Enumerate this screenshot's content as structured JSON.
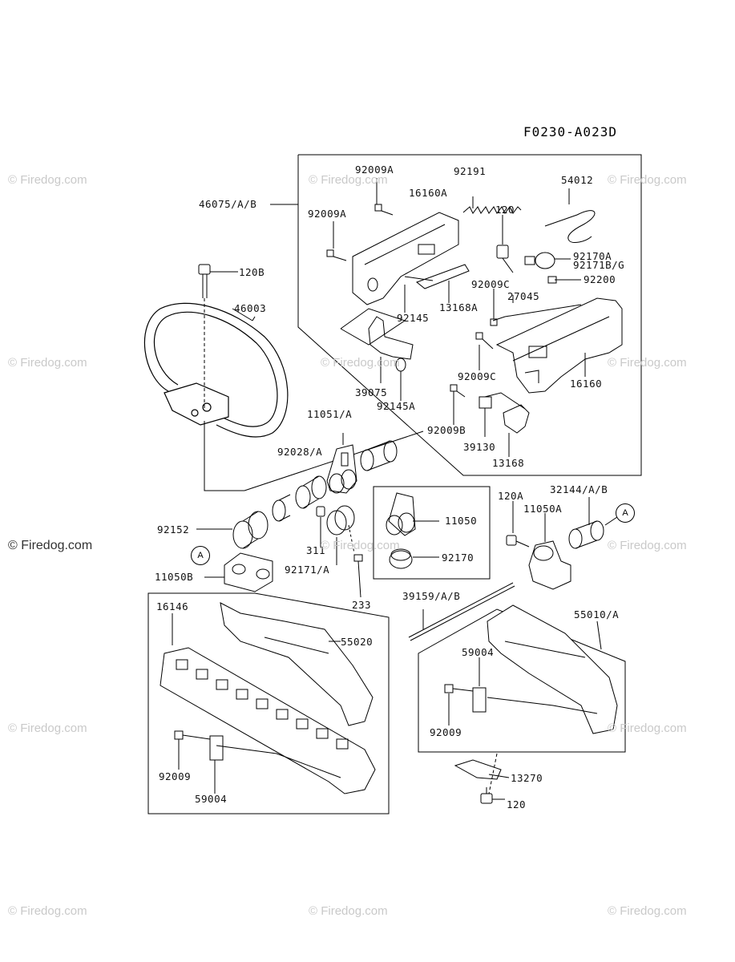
{
  "diagram": {
    "code": "F0230-A023D",
    "ref_mark": "A",
    "watermark": "© Firedog.com",
    "watermark_dark": "© Firedog.com",
    "labels": {
      "l46075": "46075/A/B",
      "l92009A_1": "92009A",
      "l92191": "92191",
      "l54012": "54012",
      "l16160A": "16160A",
      "l92009A_2": "92009A",
      "l120_top": "120",
      "l92170A": "92170A",
      "l92171BG": "92171B/G",
      "l120B": "120B",
      "l92200": "92200",
      "l92009C_1": "92009C",
      "l46003": "46003",
      "l13168A": "13168A",
      "l92145": "92145",
      "l27045": "27045",
      "l39075": "39075",
      "l92145A": "92145A",
      "l92009C_2": "92009C",
      "l16160": "16160",
      "l11051A": "11051/A",
      "l92009B": "92009B",
      "l39130": "39130",
      "l92028A": "92028/A",
      "l13168": "13168",
      "l120A": "120A",
      "l32144AB": "32144/A/B",
      "l11050A": "11050A",
      "l11050": "11050",
      "l92152": "92152",
      "l311": "311",
      "l92170": "92170",
      "l92171A": "92171/A",
      "l11050B": "11050B",
      "l233": "233",
      "l39159AB": "39159/A/B",
      "l16146": "16146",
      "l55010A": "55010/A",
      "l55020": "55020",
      "l59004_r": "59004",
      "l92009_r": "92009",
      "l92009_l": "92009",
      "l59004_l": "59004",
      "l13270": "13270",
      "l120_bot": "120"
    }
  }
}
